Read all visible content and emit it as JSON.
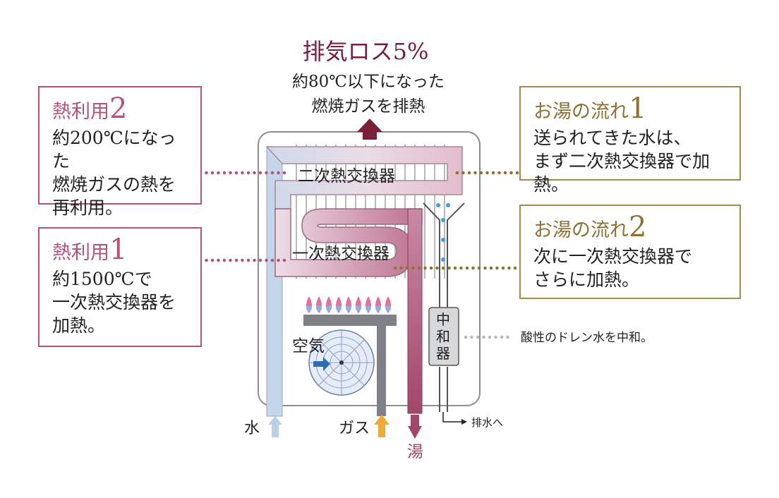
{
  "exhaust": {
    "title": "排気ロス5%",
    "line1": "約80℃以下になった",
    "line2": "燃焼ガスを排熱"
  },
  "heat_use_2": {
    "title_text": "熱利用",
    "title_num": "2",
    "body": "約200℃になった\n燃焼ガスの熱を\n再利用。"
  },
  "heat_use_1": {
    "title_text": "熱利用",
    "title_num": "1",
    "body": "約1500℃で\n一次熱交換器を\n加熱。"
  },
  "hot_water_flow_1": {
    "title_text": "お湯の流れ",
    "title_num": "1",
    "body": "送られてきた水は、\nまず二次熱交換器で加熱。"
  },
  "hot_water_flow_2": {
    "title_text": "お湯の流れ",
    "title_num": "2",
    "body": "次に一次熱交換器で\nさらに加熱。"
  },
  "components": {
    "secondary_exchanger": "二次熱交換器",
    "primary_exchanger": "一次熱交換器",
    "air": "空気",
    "neutralizer": [
      "中",
      "和",
      "器"
    ]
  },
  "drain_note": "酸性のドレン水を中和。",
  "drain_out": "排水へ",
  "inputs": {
    "water": "水",
    "gas": "ガス",
    "hot_water": "湯"
  },
  "colors": {
    "heat_accent": "#b05478",
    "water_accent": "#8d7236",
    "exhaust_title": "#7a1f36",
    "water_pipe": "#c7d5ea",
    "hot_pipe": "#a3476a",
    "gas_pipe": "#7f8088",
    "gas_arrow": "#f0a836",
    "flame": "#e2709a"
  }
}
